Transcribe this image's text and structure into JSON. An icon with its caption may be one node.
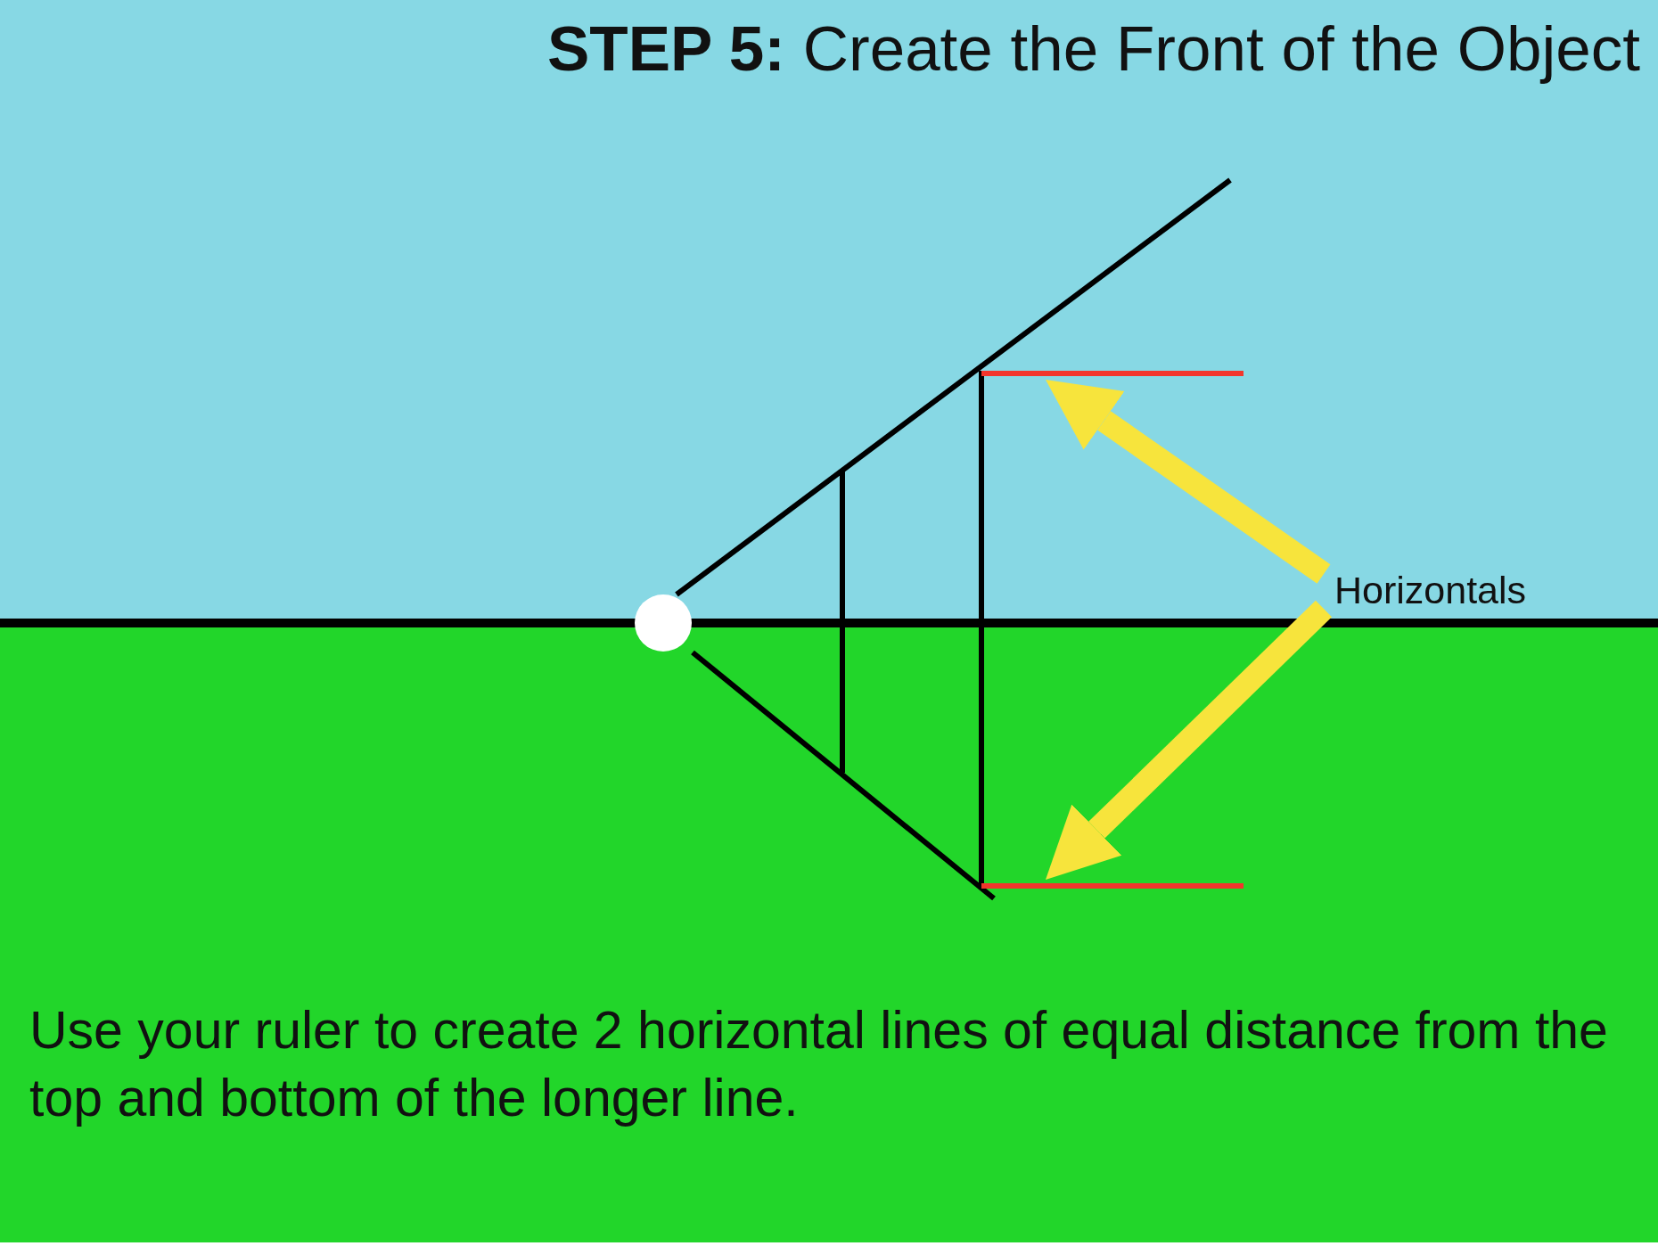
{
  "diagram": {
    "title": "**STEP 5:** Create the Front of the Object",
    "caption": "Use your ruler to create 2 horizontal lines of equal distance from the top and bottom of the longer line.",
    "nodes": [
      {
        "text": [
          "Horizontals"
        ]
      },
      {
        "text": [],
        "shape": "line"
      },
      {
        "text": [],
        "shape": "line"
      }
    ],
    "edges": [
      {
        "from": 0,
        "to": 1,
        "arrow": "to",
        "color": "#f7e43c"
      },
      {
        "from": 0,
        "to": 2,
        "arrow": "to",
        "color": "#f7e43c"
      }
    ]
  }
}
